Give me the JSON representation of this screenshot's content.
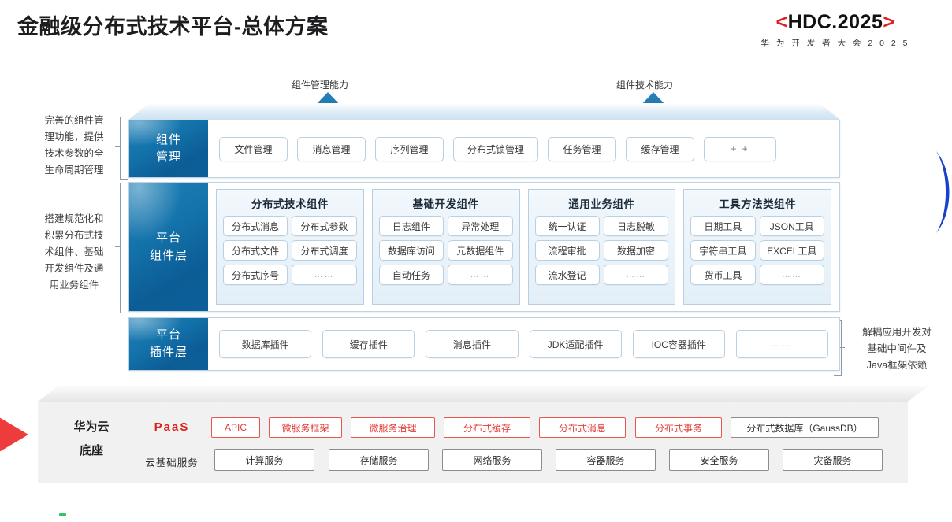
{
  "header": {
    "title": "金融级分布式技术平台-总体方案",
    "logo": {
      "bracket_left": "<",
      "bracket_right": ">",
      "text_pre": "HD",
      "text_c": "C",
      "text_post": ".2025",
      "subtitle": "华 为 开 发 者 大 会 2 0 2 5",
      "bracket_color": "#e02020"
    }
  },
  "arrows": [
    {
      "label": "组件管理能力",
      "name": "component-management-capability"
    },
    {
      "label": "组件技术能力",
      "name": "component-technology-capability"
    }
  ],
  "side_notes": {
    "left_top": "完善的组件管\n理功能，提供\n技术参数的全\n生命周期管理",
    "left_mid": "搭建规范化和\n积累分布式技\n术组件、基础\n开发组件及通\n用业务组件",
    "right": "解耦应用开发对\n基础中间件及\nJava框架依赖"
  },
  "layers": [
    {
      "tab": "组件\n管理",
      "name": "component-management-layer",
      "chips": [
        "文件管理",
        "消息管理",
        "序列管理",
        "分布式锁管理",
        "任务管理",
        "缓存管理",
        "+ +"
      ]
    },
    {
      "tab": "平台\n组件层",
      "name": "platform-component-layer",
      "groups": [
        {
          "title": "分布式技术组件",
          "items": [
            "分布式消息",
            "分布式参数",
            "分布式文件",
            "分布式调度",
            "分布式序号",
            "……"
          ]
        },
        {
          "title": "基础开发组件",
          "items": [
            "日志组件",
            "异常处理",
            "数据库访问",
            "元数据组件",
            "自动任务",
            "……"
          ]
        },
        {
          "title": "通用业务组件",
          "items": [
            "统一认证",
            "日志脱敏",
            "流程审批",
            "数据加密",
            "流水登记",
            "……"
          ]
        },
        {
          "title": "工具方法类组件",
          "items": [
            "日期工具",
            "JSON工具",
            "字符串工具",
            "EXCEL工具",
            "货币工具",
            "……"
          ]
        }
      ]
    },
    {
      "tab": "平台\n插件层",
      "name": "platform-plugin-layer",
      "chips": [
        "数据库插件",
        "缓存插件",
        "消息插件",
        "JDK适配插件",
        "IOC容器插件",
        "……"
      ]
    }
  ],
  "base": {
    "label_line1": "华为云",
    "label_line2": "底座",
    "paas_label": "PaaS",
    "cloud_label": "云基础服务",
    "paas_items": [
      {
        "text": "APIC",
        "highlight": true
      },
      {
        "text": "微服务框架",
        "highlight": true
      },
      {
        "text": "微服务治理",
        "highlight": true
      },
      {
        "text": "分布式缓存",
        "highlight": true
      },
      {
        "text": "分布式消息",
        "highlight": true
      },
      {
        "text": "分布式事务",
        "highlight": true
      },
      {
        "text": "分布式数据库（GaussDB）",
        "highlight": false
      }
    ],
    "cloud_items": [
      "计算服务",
      "存储服务",
      "网络服务",
      "容器服务",
      "安全服务",
      "灾备服务"
    ]
  },
  "colors": {
    "accent_blue": "#0c5d96",
    "accent_red": "#e23b35",
    "brand_red": "#d9231e",
    "decor_blue": "#1b41c8",
    "decor_green": "#35c26a"
  }
}
